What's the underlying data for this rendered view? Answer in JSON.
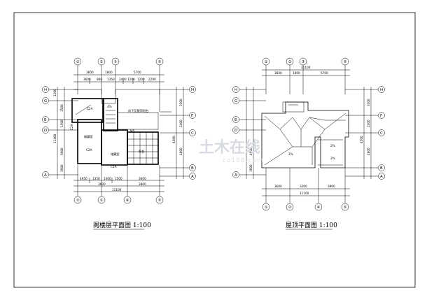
{
  "plans": {
    "left": {
      "title": "阁楼层平面图 1:100",
      "top_axes": [
        "①",
        "②",
        "③",
        "⑤"
      ],
      "bottom_axes": [
        "①",
        "②",
        "④",
        "⑤"
      ],
      "left_axes": [
        "H",
        "G",
        "E",
        "D",
        "A"
      ],
      "right_axes": [
        "H",
        "F",
        "C",
        "B",
        "A"
      ],
      "top_dims_row1": [
        "3600",
        "1800",
        "5700"
      ],
      "top_dims_row2": [
        "3600",
        "900",
        "1350",
        "2400",
        "1200",
        "1200",
        "2200"
      ],
      "bottom_dims_row1": [
        "4950",
        "1350",
        "1000",
        "1500",
        "3600"
      ],
      "bottom_dims_row2": [
        "3600",
        "3800"
      ],
      "bottom_total": "11100",
      "left_dims": [
        "1200",
        "1500",
        "1500",
        "5000",
        "3600"
      ],
      "left_total": "11400",
      "right_dims": [
        "3300",
        "2400",
        "4500",
        "4800"
      ],
      "rooms": {
        "r1": "C2A",
        "r2": "C2A",
        "r3": "储藏室",
        "r4": "C2A",
        "r5": "储藏室",
        "r6": "阳台",
        "r7": "C1A",
        "r8": "M5",
        "r9": "向下至屋顶阳台",
        "r10": "4%"
      }
    },
    "right": {
      "title": "屋顶平面图 1:100",
      "top_axes": [
        "①",
        "②",
        "③",
        "⑤"
      ],
      "bottom_axes": [
        "①",
        "②",
        "④",
        "⑤"
      ],
      "left_axes": [
        "H",
        "G",
        "E",
        "D",
        "A"
      ],
      "right_axes": [
        "H",
        "F",
        "C",
        "B",
        "A"
      ],
      "top_dims_row1": [
        "3600",
        "1800",
        "5700"
      ],
      "top_total": "11100",
      "bottom_dims_row1": [
        "3600",
        "3200",
        "3900"
      ],
      "bottom_total": "11100",
      "left_dims": [
        "4000",
        "3600"
      ],
      "right_dims": [
        "3300",
        "2400",
        "4500",
        "4800"
      ],
      "slopes": [
        "2%",
        "2%",
        "2%"
      ]
    }
  },
  "watermark": {
    "main": "土木在线",
    "sub": "co188.com"
  }
}
